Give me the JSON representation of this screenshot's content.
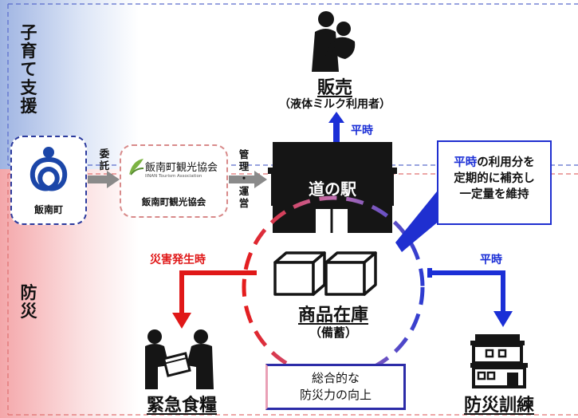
{
  "sections": {
    "childcare": "子育て支援",
    "disaster": "防災"
  },
  "orgs": {
    "town": "飯南町",
    "association_logo_text": "飯南町観光協会",
    "association_logo_sub": "IINAN Tourism Association",
    "association": "飯南町観光協会"
  },
  "links": {
    "entrust": "委託",
    "manage": "管理・運営"
  },
  "station": {
    "name": "道の駅"
  },
  "sales": {
    "title": "販売",
    "subtitle": "（液体ミルク利用者）",
    "arrow_label": "平時"
  },
  "callout": {
    "highlight": "平時",
    "line1_rest": "の利用分を",
    "line2": "定期的に補充し",
    "line3": "一定量を維持"
  },
  "inventory": {
    "title": "商品在庫",
    "subtitle": "（備蓄）"
  },
  "emergency": {
    "arrow_label": "災害発生時",
    "title": "緊急食糧"
  },
  "drill": {
    "arrow_label": "平時",
    "title": "防災訓練"
  },
  "summary": {
    "line1": "総合的な",
    "line2": "防災力の向上"
  },
  "colors": {
    "blue": "#1b2fd6",
    "red": "#e01818",
    "dark": "#151515"
  },
  "icons": [
    "parent-child-icon",
    "town-emblem-icon",
    "association-logo-icon",
    "store-icon",
    "boxes-icon",
    "emergency-handout-icon",
    "house-icon"
  ]
}
